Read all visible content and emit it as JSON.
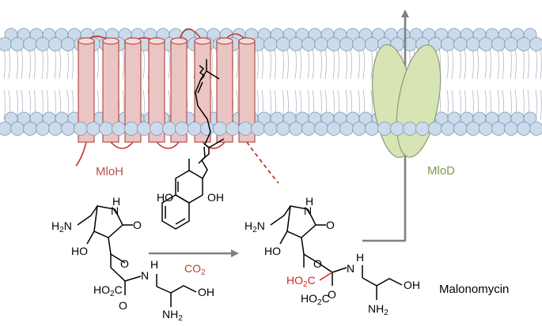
{
  "labels": {
    "enzyme_membrane": "MloH",
    "transporter": "MloD",
    "cofactor": "CO2",
    "product_name": "Malonomycin"
  },
  "substrate": {
    "aminomethyl": "H2N",
    "ring_nh": "H",
    "ring_n": "N",
    "ring_oxo": "O",
    "hydroxy": "HO",
    "ketone_o": "O",
    "acid": "HO2C",
    "amide_nh": "H",
    "amide_n": "N",
    "amide_o": "O",
    "serine_oh": "OH",
    "serine_amine": "NH2"
  },
  "cofactor_struct": {
    "oh_left": "HO",
    "oh_right": "OH"
  },
  "product": {
    "aminomethyl": "H2N",
    "ring_nh": "H",
    "ring_n": "N",
    "ring_oxo": "O",
    "hydroxy": "HO",
    "ketone_o": "O",
    "new_acid": "HO2C",
    "acid": "HO2C",
    "amide_nh": "H",
    "amide_n": "N",
    "amide_o": "O",
    "serine_oh": "OH",
    "serine_amine": "NH2"
  },
  "colors": {
    "membrane_fill": "#ebc5c3",
    "membrane_stroke": "#b4504b",
    "loop_red": "#c0392b",
    "transporter_fill": "#d7e4b4",
    "transporter_label": "#7f9a4d",
    "lipid_head": "#ccdbeb",
    "lipid_stroke": "#7f96b3",
    "arrow_gray": "#808080",
    "new_group_red": "#d0261e"
  }
}
